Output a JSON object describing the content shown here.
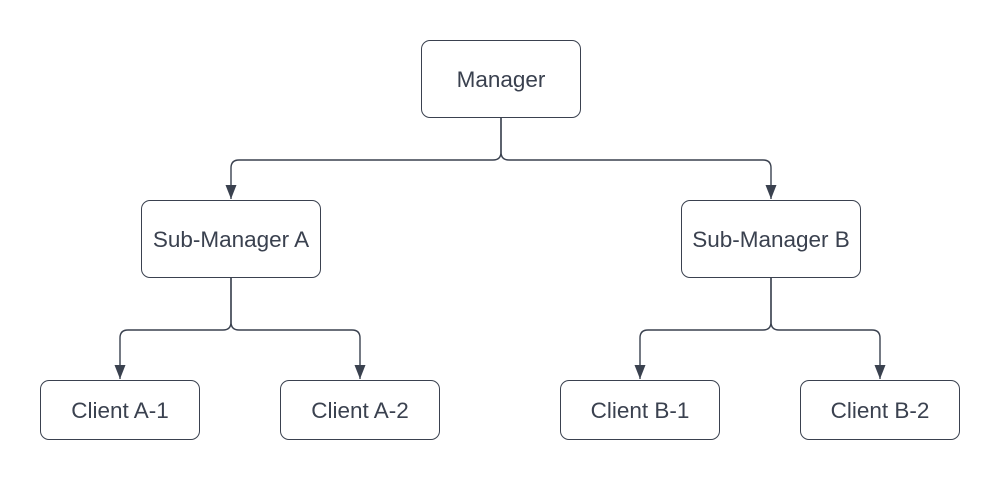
{
  "nodes": {
    "manager": {
      "label": "Manager"
    },
    "sub_manager_a": {
      "label": "Sub-Manager A"
    },
    "sub_manager_b": {
      "label": "Sub-Manager B"
    },
    "client_a1": {
      "label": "Client A-1"
    },
    "client_a2": {
      "label": "Client A-2"
    },
    "client_b1": {
      "label": "Client B-1"
    },
    "client_b2": {
      "label": "Client B-2"
    }
  },
  "edges": [
    {
      "from": "Manager",
      "to": "Sub-Manager A",
      "arrow": "filled-triangle"
    },
    {
      "from": "Manager",
      "to": "Sub-Manager B",
      "arrow": "filled-triangle"
    },
    {
      "from": "Sub-Manager A",
      "to": "Client A-1",
      "arrow": "filled-triangle"
    },
    {
      "from": "Sub-Manager A",
      "to": "Client A-2",
      "arrow": "filled-triangle"
    },
    {
      "from": "Sub-Manager B",
      "to": "Client B-1",
      "arrow": "filled-triangle"
    },
    {
      "from": "Sub-Manager B",
      "to": "Client B-2",
      "arrow": "filled-triangle"
    }
  ],
  "colors": {
    "stroke": "#3a414f",
    "text": "#3a414f",
    "node_fill": "#ffffff",
    "background": "#ffffff"
  }
}
